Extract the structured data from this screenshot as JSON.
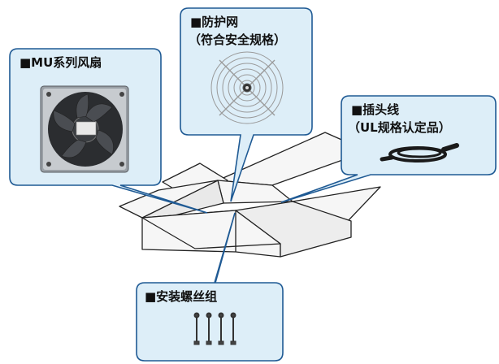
{
  "colors": {
    "callout_fill": "#ddeef8",
    "callout_stroke": "#1f5a94",
    "box_fill": "#f6f6f6",
    "box_stroke": "#222222"
  },
  "callouts": {
    "fan": {
      "title": "■MU系列风扇",
      "icon": "fan-icon"
    },
    "guard": {
      "line1": "■防护网",
      "line2": "（符合安全规格）",
      "icon": "fan-guard-icon"
    },
    "cord": {
      "line1": "■插头线",
      "line2": "（UL规格认定品）",
      "icon": "power-cord-icon"
    },
    "screws": {
      "title": "■安装螺丝组",
      "icon": "screw-icon"
    }
  }
}
